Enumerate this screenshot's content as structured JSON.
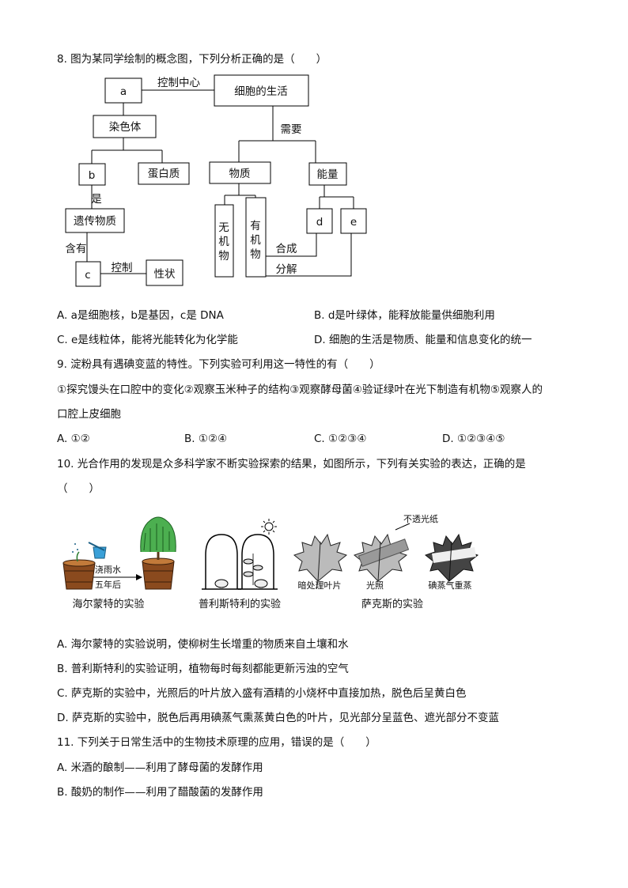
{
  "q8": {
    "stem": "8. 图为某同学绘制的概念图，下列分析正确的是（　　）",
    "diagram": {
      "a": "a",
      "control_center": "控制中心",
      "cell_life": "细胞的生活",
      "chromosome": "染色体",
      "need": "需要",
      "b": "b",
      "protein": "蛋白质",
      "matter": "物质",
      "energy": "能量",
      "is": "是",
      "genetic_material": "遗传物质",
      "inorganic": [
        "无",
        "机",
        "物"
      ],
      "organic": [
        "有",
        "机",
        "物"
      ],
      "d": "d",
      "e": "e",
      "contain": "含有",
      "synthesis": "合成",
      "c": "c",
      "control": "控制",
      "trait": "性状",
      "decompose": "分解"
    },
    "options": {
      "A": "A. a是细胞核，b是基因，c是 DNA",
      "B": "B. d是叶绿体，能释放能量供细胞利用",
      "C": "C. e是线粒体，能将光能转化为化学能",
      "D": "D. 细胞的生活是物质、能量和信息变化的统一"
    }
  },
  "q9": {
    "stem": "9. 淀粉具有遇碘变蓝的特性。下列实验可利用这一特性的有（　　）",
    "line1": "①探究馒头在口腔中的变化②观察玉米种子的结构③观察酵母菌④验证绿叶在光下制造有机物⑤观察人的",
    "line2": "口腔上皮细胞",
    "options": {
      "A": "A. ①②",
      "B": "B. ①②④",
      "C": "C. ①②③④",
      "D": "D. ①②③④⑤"
    }
  },
  "q10": {
    "stem1": "10. 光合作用的发现是众多科学家不断实验探索的结果，如图所示，下列有关实验的表达，正确的是",
    "stem2": "（　　）",
    "figure": {
      "watering": "浇雨水",
      "five_years": "五年后",
      "helmont": "海尔蒙特的实验",
      "priestley": "普利斯特利的实验",
      "opaque_paper": "不透光纸",
      "dark_leaf": "暗处理叶片",
      "light": "光照",
      "iodine": "碘蒸气重蒸",
      "sachs": "萨克斯的实验"
    },
    "options": {
      "A": "A.  海尔蒙特的实验说明，使柳树生长增重的物质来自土壤和水",
      "B": "B.  普利斯特利的实验证明，植物每时每刻都能更新污浊的空气",
      "C": "C.  萨克斯的实验中，光照后的叶片放入盛有酒精的小烧杯中直接加热，脱色后呈黄白色",
      "D": "D.  萨克斯的实验中，脱色后再用碘蒸气熏蒸黄白色的叶片，见光部分呈蓝色、遮光部分不变蓝"
    }
  },
  "q11": {
    "stem": "11. 下列关于日常生活中的生物技术原理的应用，错误的是（　　）",
    "options": {
      "A": "A.  米酒的酿制——利用了酵母菌的发酵作用",
      "B": "B.  酸奶的制作——利用了醋酸菌的发酵作用"
    }
  }
}
